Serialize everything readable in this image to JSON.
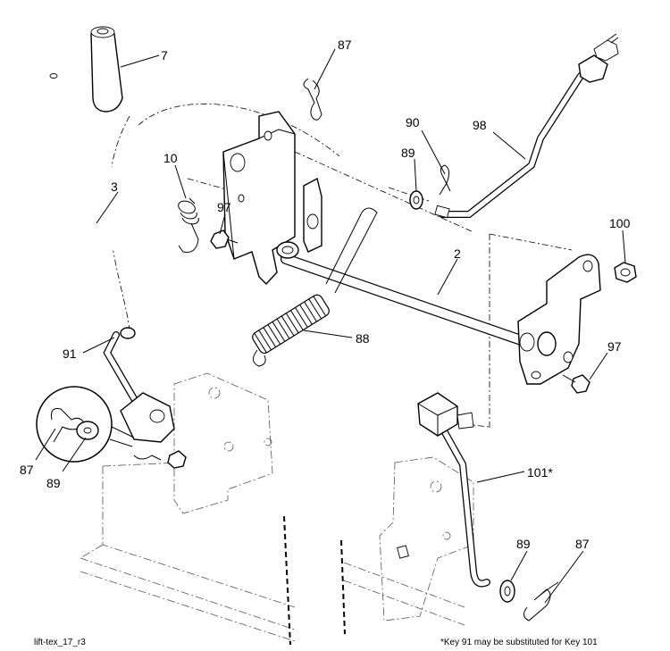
{
  "callouts": {
    "k7": "7",
    "k87a": "87",
    "k10": "10",
    "k3": "3",
    "k97a": "97",
    "k90": "90",
    "k89a": "89",
    "k98": "98",
    "k100": "100",
    "k2": "2",
    "k97b": "97",
    "k88": "88",
    "k91": "91",
    "k87b": "87",
    "k89b": "89",
    "k101": "101*",
    "k89c": "89",
    "k87c": "87"
  },
  "footer": {
    "figure_id": "lift-tex_17_r3",
    "note": "*Key 91 may be substituted for Key 101"
  }
}
